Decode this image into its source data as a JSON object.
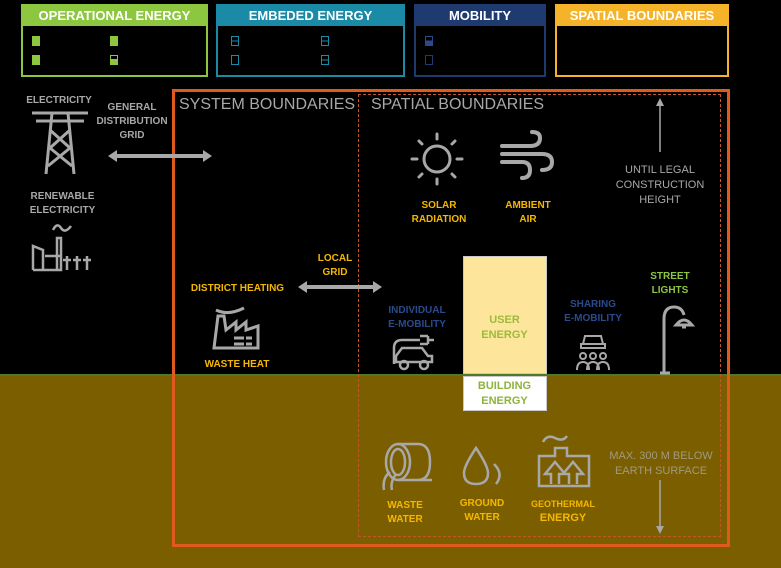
{
  "legend": [
    {
      "title": "OPERATIONAL ENERGY",
      "color": "#8dc63f"
    },
    {
      "title": "EMBEDED ENERGY",
      "color": "#1a8aa6"
    },
    {
      "title": "MOBILITY",
      "color": "#1e3a6e"
    },
    {
      "title": "SPATIAL BOUNDARIES",
      "color": "#f5b32a"
    }
  ],
  "boundaries": {
    "system": "SYSTEM BOUNDARIES",
    "spatial": "SPATIAL BOUNDARIES",
    "system_color": "#e05a1e"
  },
  "labels": {
    "electricity": "ELECTRICITY",
    "general_grid": [
      "GENERAL",
      "DISTRIBUTION",
      "GRID"
    ],
    "renewable": [
      "RENEWABLE",
      "ELECTRICITY"
    ],
    "local_grid": [
      "LOCAL",
      "GRID"
    ],
    "district_heating": "DISTRICT HEATING",
    "waste_heat": "WASTE HEAT",
    "solar": [
      "SOLAR",
      "RADIATION"
    ],
    "ambient": [
      "AMBIENT",
      "AIR"
    ],
    "height": [
      "UNTIL LEGAL",
      "CONSTRUCTION",
      "HEIGHT"
    ],
    "individual_mobility": [
      "INDIVIDUAL",
      "E-MOBILITY"
    ],
    "user_energy": [
      "USER",
      "ENERGY"
    ],
    "building_energy": [
      "BUILDING",
      "ENERGY"
    ],
    "sharing_mobility": [
      "SHARING",
      "E-MOBILITY"
    ],
    "street_lights": [
      "STREET",
      "LIGHTS"
    ],
    "waste_water": [
      "WASTE",
      "WATER"
    ],
    "ground_water": [
      "GROUND",
      "WATER"
    ],
    "geothermal": [
      "GEOTHERMAL",
      "ENERGY"
    ],
    "depth": [
      "MAX. 300 M BELOW",
      "EARTH SURFACE"
    ]
  },
  "icons": [
    "power-tower-icon",
    "renewable-plant-icon",
    "factory-icon",
    "sun-icon",
    "wind-icon",
    "electric-car-icon",
    "car-sharing-icon",
    "street-lamp-icon",
    "sewer-pipe-icon",
    "water-drop-icon",
    "geothermal-plant-icon"
  ]
}
